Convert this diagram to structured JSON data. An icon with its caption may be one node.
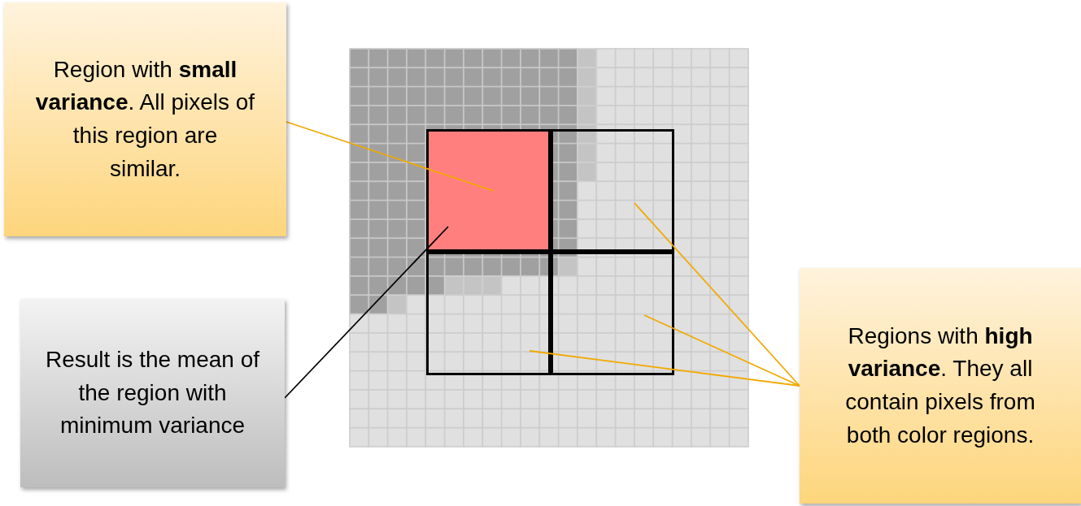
{
  "diagram": {
    "nodes": [
      {
        "text": [
          "Region with **small variance**. All pixels of this region are similar."
        ]
      },
      {
        "text": [],
        "shape": "box"
      },
      {
        "text": [],
        "shape": "box"
      },
      {
        "text": [
          "Result is the mean of the region with minimum variance"
        ]
      },
      {
        "text": [],
        "shape": "box"
      },
      {
        "text": [],
        "shape": "box"
      },
      {
        "text": [
          "Regions with **high variance**. They all contain pixels from both color regions."
        ]
      }
    ],
    "edges": [
      {
        "from": 0,
        "to": 1,
        "arrow": "none"
      },
      {
        "from": 3,
        "to": 1,
        "arrow": "none",
        "color": "#000000"
      },
      {
        "from": 6,
        "to": 2,
        "arrow": "none"
      },
      {
        "from": 6,
        "to": 5,
        "arrow": "none"
      },
      {
        "from": 6,
        "to": 4,
        "arrow": "none"
      }
    ]
  }
}
